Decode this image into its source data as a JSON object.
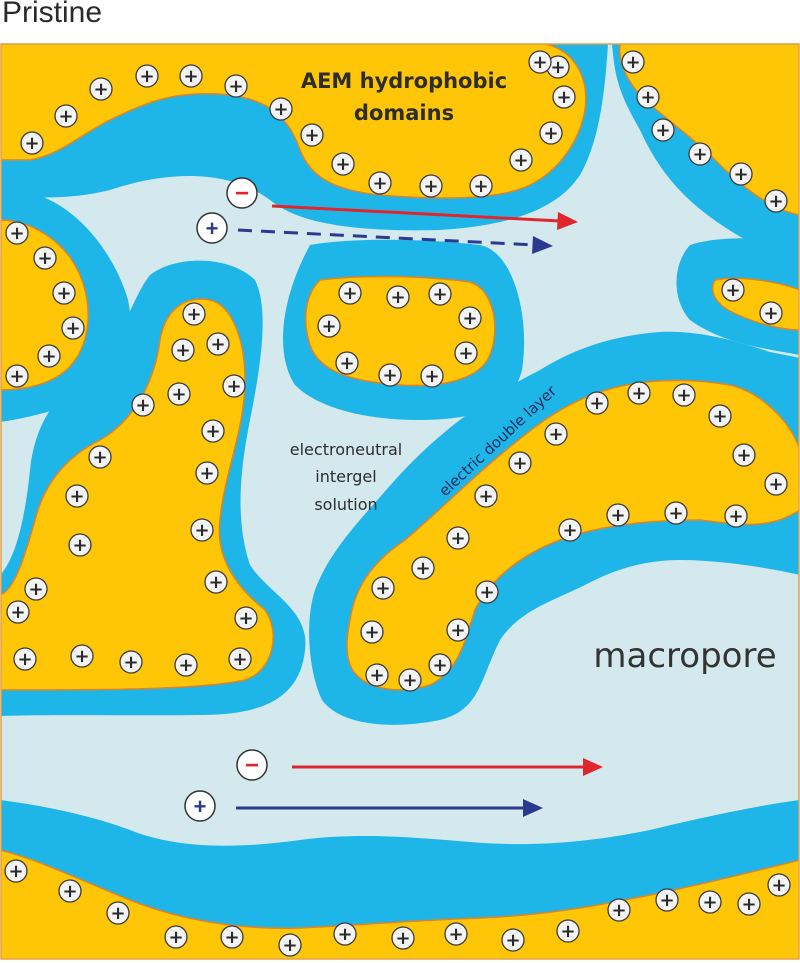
{
  "title": "Pristine",
  "labels": {
    "aem_line1": "AEM hydrophobic",
    "aem_line2": "domains",
    "electroneutral_line1": "electroneutral",
    "electroneutral_line2": "intergel",
    "electroneutral_line3": "solution",
    "edl": "electric double layer",
    "macropore": "macropore"
  },
  "symbols": {
    "plus": "+",
    "minus": "−"
  },
  "colors": {
    "solution": "#d3e9ee",
    "edl": "#1eb6e8",
    "domain": "#ffc507",
    "domain_outline": "#d9842a",
    "anion": "#e0262c",
    "cation": "#2b3a8f",
    "charge_sign": "#2b2b2b"
  },
  "icons": {
    "fixed_charge": "fixed-positive-charge-icon",
    "anion": "anion-icon",
    "cation": "cation-icon"
  }
}
